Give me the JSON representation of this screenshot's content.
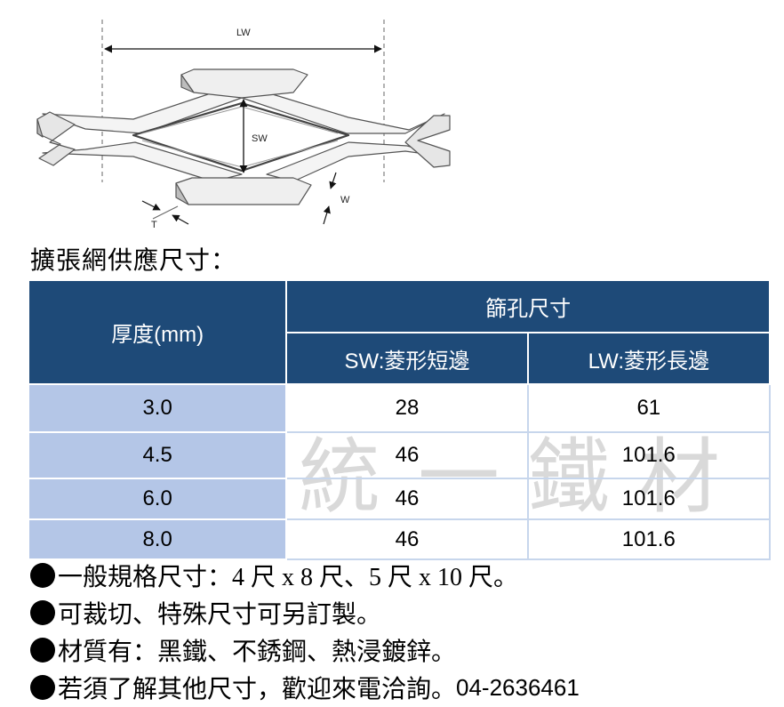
{
  "diagram": {
    "labels": {
      "lw": "LW",
      "sw": "SW",
      "w": "W",
      "t": "T"
    }
  },
  "heading": "擴張網供應尺寸：",
  "table": {
    "thickness_header": "厚度(mm)",
    "hole_header": "篩孔尺寸",
    "sw_header": "SW:菱形短邊",
    "lw_header": "LW:菱形長邊",
    "rows": [
      {
        "thickness": "3.0",
        "sw": "28",
        "lw": "61"
      },
      {
        "thickness": "4.5",
        "sw": "46",
        "lw": "101.6"
      },
      {
        "thickness": "6.0",
        "sw": "46",
        "lw": "101.6"
      },
      {
        "thickness": "8.0",
        "sw": "46",
        "lw": "101.6"
      }
    ]
  },
  "watermark": [
    "統",
    "一",
    "鐵",
    "材"
  ],
  "notes": [
    {
      "text": "一般規格尺寸：4 尺 x 8 尺、5 尺  x 10 尺。"
    },
    {
      "text": "可裁切、特殊尺寸可另訂製。"
    },
    {
      "text": "材質有：黑鐵、不銹鋼、熱浸鍍鋅。"
    },
    {
      "text": "若須了解其他尺寸，歡迎來電洽詢。",
      "phone": "04-2636461"
    }
  ],
  "colors": {
    "header_bg": "#1e4a78",
    "thickness_cell_bg": "#b4c6e7",
    "grid_line": "#c7d6ec",
    "watermark": "#d9d9d9"
  }
}
